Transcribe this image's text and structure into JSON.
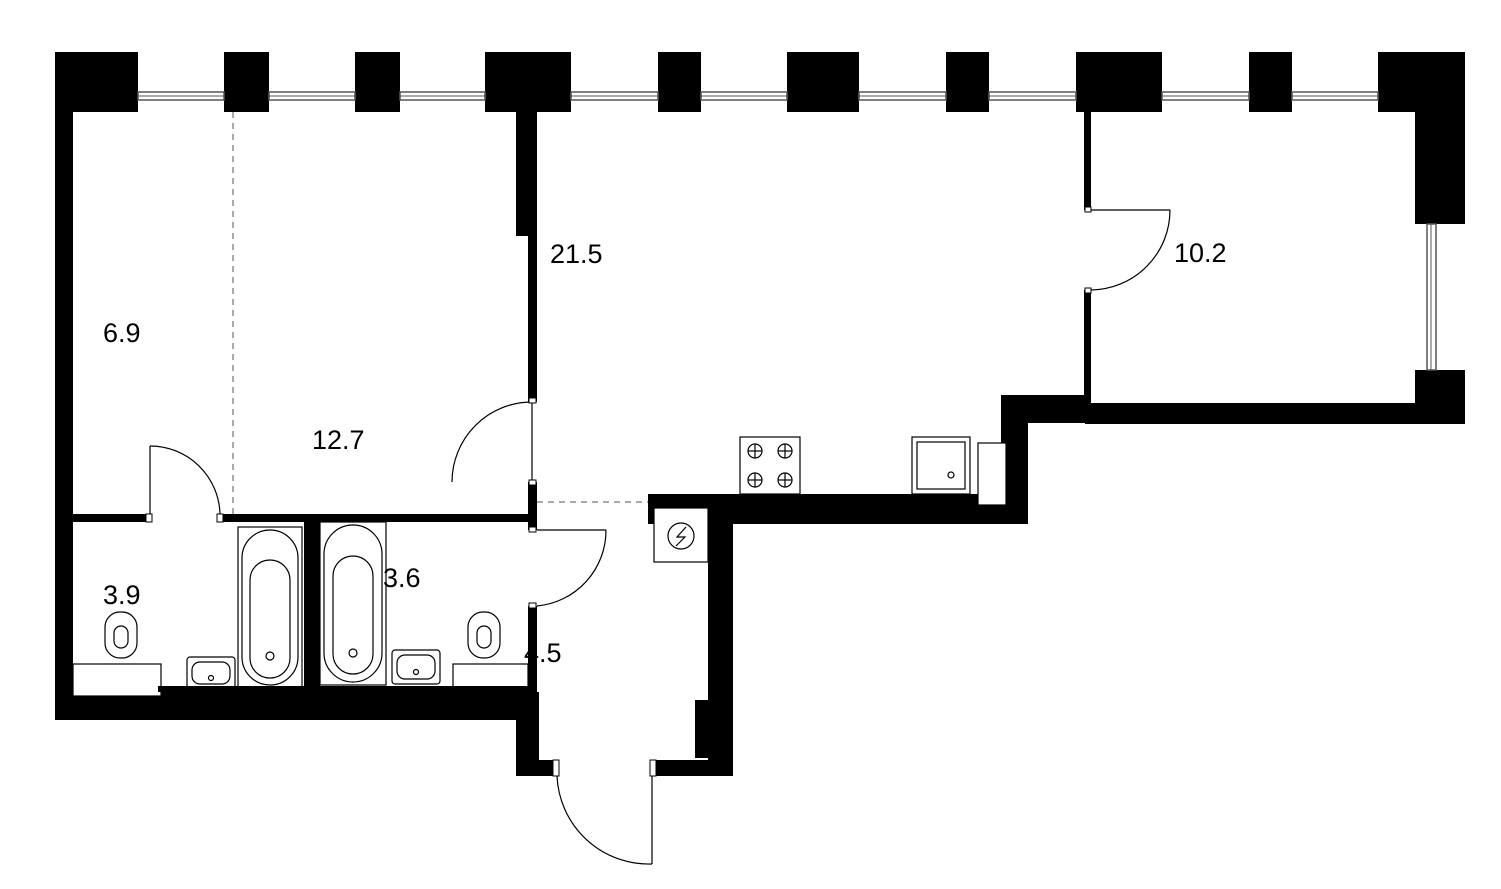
{
  "rooms": [
    {
      "id": "room-left-top",
      "area": "6.9"
    },
    {
      "id": "room-left-mid",
      "area": "12.7"
    },
    {
      "id": "room-living",
      "area": "21.5"
    },
    {
      "id": "room-bedroom",
      "area": "10.2"
    },
    {
      "id": "room-bath-1",
      "area": "3.9"
    },
    {
      "id": "room-bath-2",
      "area": "3.6"
    },
    {
      "id": "room-hall",
      "area": "4.5"
    }
  ],
  "colors": {
    "wall": "#000000",
    "window_frame": "#555555",
    "background": "#ffffff"
  }
}
